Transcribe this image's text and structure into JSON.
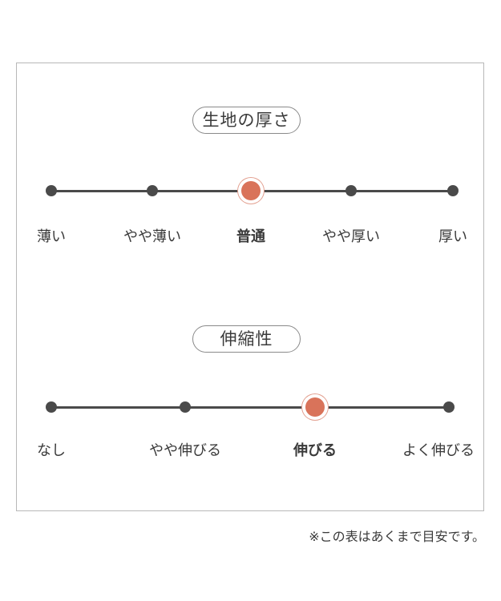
{
  "sections": [
    {
      "title": "生地の厚さ",
      "levels": [
        "薄い",
        "やや薄い",
        "普通",
        "やや厚い",
        "厚い"
      ],
      "selected_index": 2
    },
    {
      "title": "伸縮性",
      "levels": [
        "なし",
        "やや伸びる",
        "伸びる",
        "よく伸びる"
      ],
      "selected_index": 2
    }
  ],
  "note": "※この表はあくまで目安です。",
  "colors": {
    "accent": "#d9735a",
    "track": "#4a4a4a",
    "border": "#b8b8b8"
  }
}
